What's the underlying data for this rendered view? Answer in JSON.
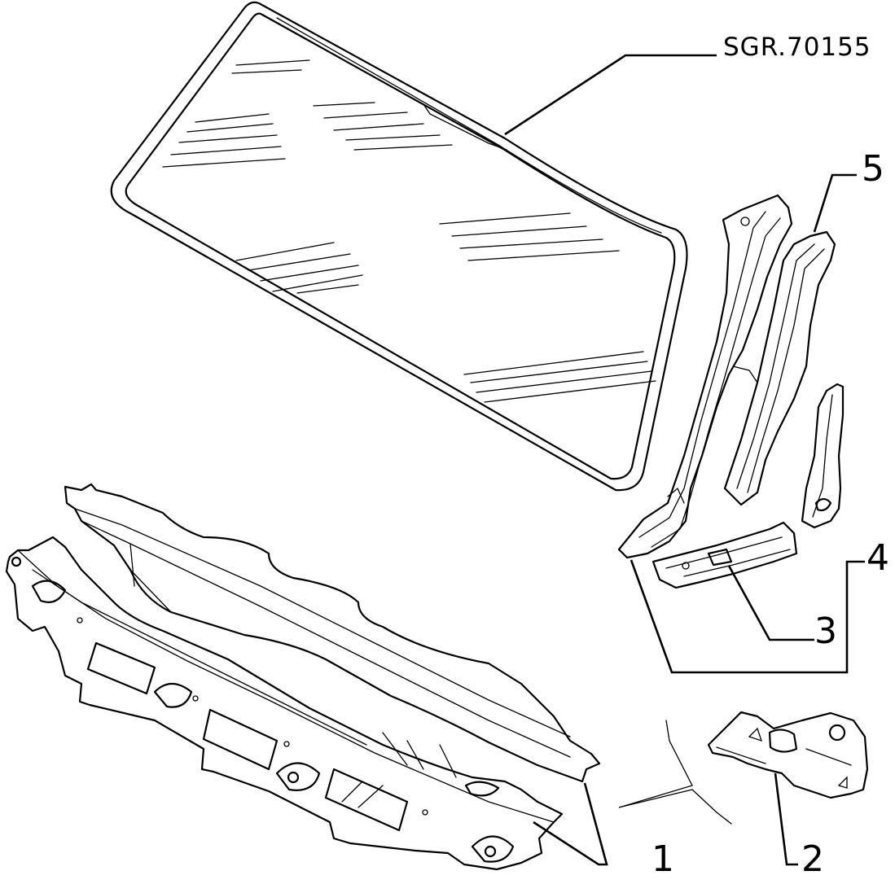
{
  "drawing_ref": "SGR.70155",
  "callouts": [
    {
      "id": "1",
      "label": "1"
    },
    {
      "id": "2",
      "label": "2"
    },
    {
      "id": "3",
      "label": "3"
    },
    {
      "id": "4",
      "label": "4"
    },
    {
      "id": "5",
      "label": "5"
    }
  ]
}
